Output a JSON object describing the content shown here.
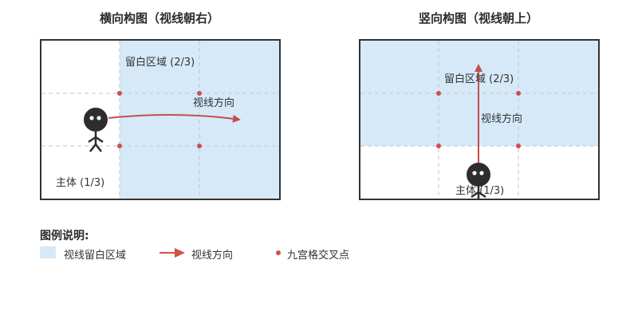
{
  "left_panel": {
    "title": "横向构图（视线朝右）",
    "space_label": "留白区域 (2/3)",
    "gaze_label": "视线方向",
    "subject_label": "主体 (1/3)"
  },
  "right_panel": {
    "title": "竖向构图（视线朝上）",
    "space_label": "留白区域 (2/3)",
    "gaze_label": "视线方向",
    "subject_label": "主体 (1/3)"
  },
  "legend": {
    "title": "图例说明:",
    "items": [
      {
        "label": "视线留白区域",
        "icon": "light-blue-swatch"
      },
      {
        "label": "视线方向",
        "icon": "red-arrow-icon"
      },
      {
        "label": "九宫格交叉点",
        "icon": "red-dot-icon"
      }
    ]
  },
  "colors": {
    "space_fill": "#d6e9f8",
    "gaze_arrow": "#c0504d",
    "grid_point": "#c9514f",
    "figure": "#2d2d2d",
    "frame_border": "#333333",
    "grid_line": "#bfc7cf"
  }
}
